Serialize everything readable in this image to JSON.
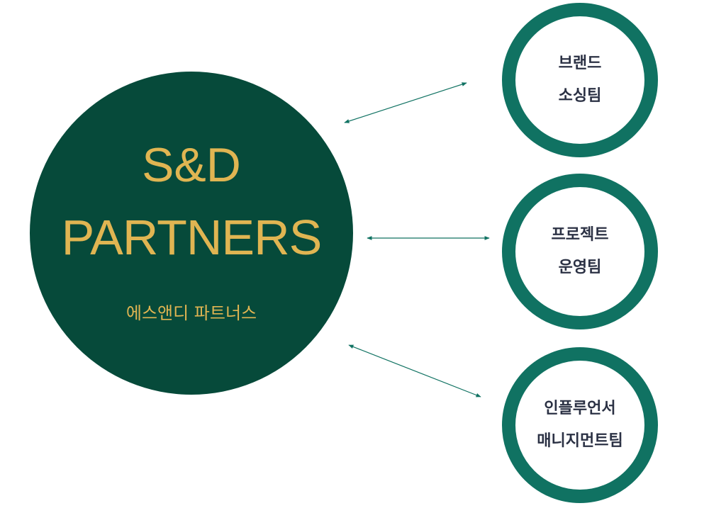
{
  "company": {
    "name_line1": "S&D",
    "name_line2": "PARTNERS",
    "name_korean": "에스앤디 파트너스"
  },
  "teams": [
    {
      "line1": "브랜드",
      "line2": "소싱팀"
    },
    {
      "line1": "프로젝트",
      "line2": "운영팀"
    },
    {
      "line1": "인플루언서",
      "line2": "매니지먼트팀"
    }
  ],
  "colors": {
    "main_circle": "#064a3a",
    "main_text": "#e0b552",
    "team_ring": "#107262",
    "team_text": "#2b3144",
    "connector": "#107262"
  }
}
